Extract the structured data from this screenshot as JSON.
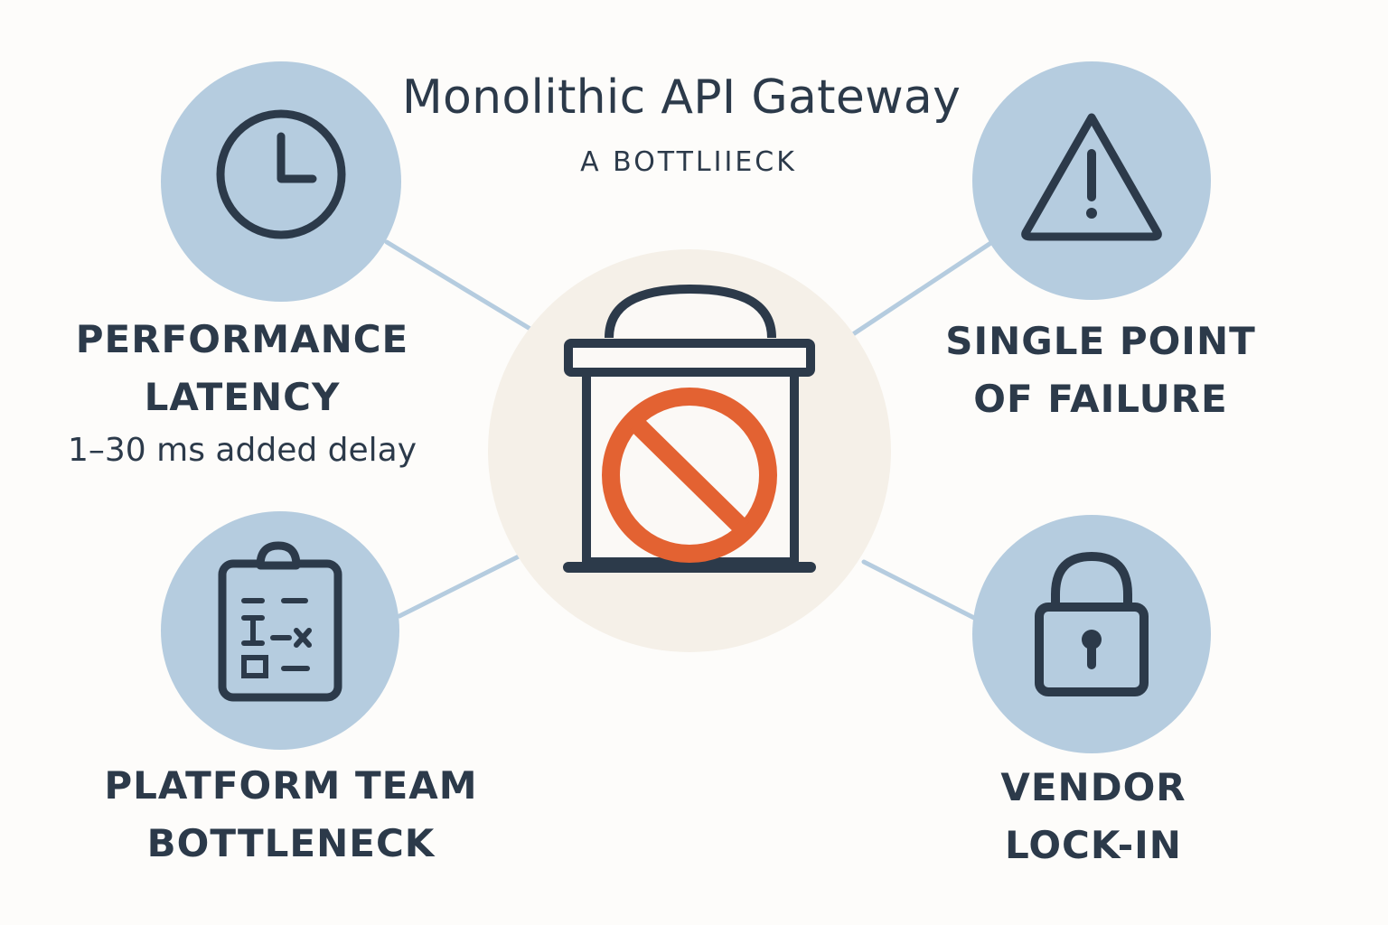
{
  "header": {
    "title": "Monolithic API Gateway",
    "subtitle": "A BOTTLIIECK"
  },
  "nodes": {
    "performance": {
      "icon": "clock-icon",
      "label_line1": "PERFORMANCE",
      "label_line2": "LATENCY",
      "note": "1–30 ms added delay"
    },
    "spof": {
      "icon": "warning-triangle-icon",
      "label_line1": "SINGLE POINT",
      "label_line2": "OF FAILURE"
    },
    "platform": {
      "icon": "clipboard-icon",
      "label_line1": "PLATFORM TEAM",
      "label_line2": "BOTTLENECK"
    },
    "vendor": {
      "icon": "padlock-icon",
      "label_line1": "VENDOR",
      "label_line2": "LOCK-IN"
    },
    "center": {
      "icon": "blocked-gateway-icon"
    }
  },
  "colors": {
    "circle_fill": "#b5ccdf",
    "center_fill": "#f5f0e8",
    "icon_stroke": "#2c3a4a",
    "connector": "#b5ccdf",
    "block_symbol": "#e36232",
    "gateway_body": "#fbf9f6"
  }
}
